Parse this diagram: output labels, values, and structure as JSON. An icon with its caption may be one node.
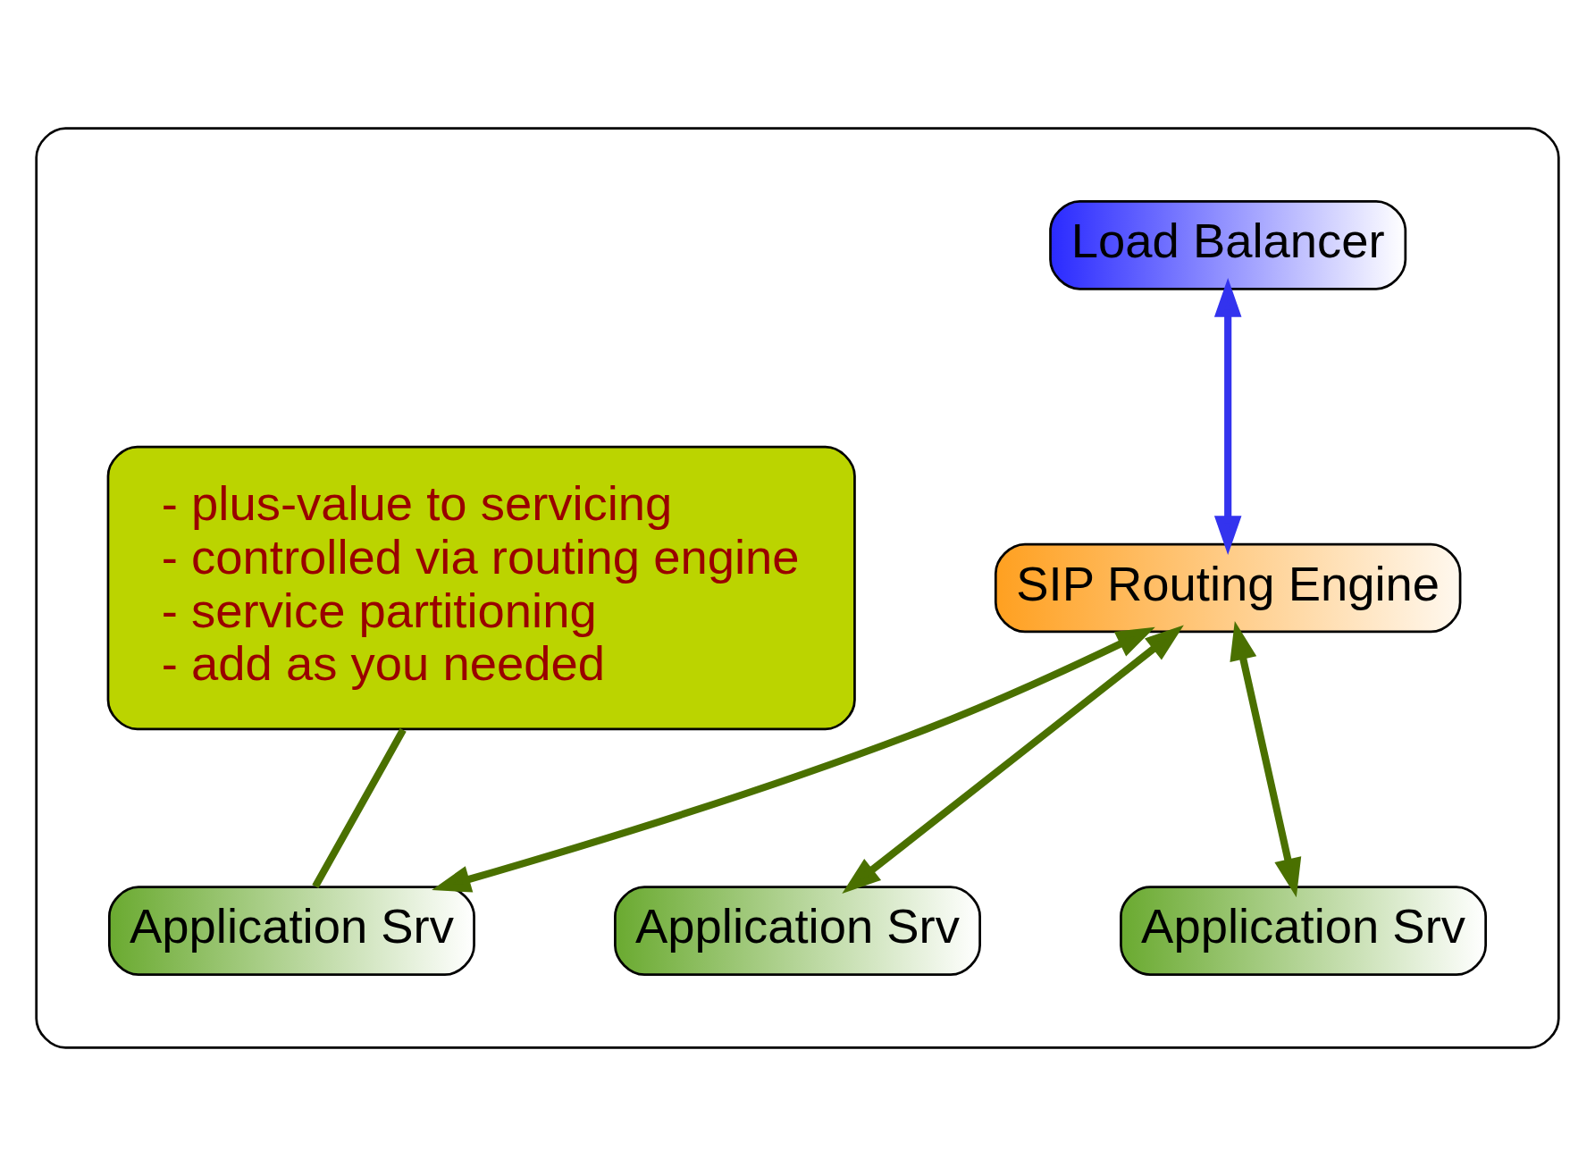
{
  "diagram": {
    "nodes": [
      {
        "text": [],
        "shape": "cloud"
      },
      {
        "text": [
          "Load Balancer"
        ],
        "in": 0
      },
      {
        "text": [
          "SIP Routing Engine"
        ],
        "in": 0
      },
      {
        "text": [
          "Application Srv"
        ],
        "in": 0
      },
      {
        "text": [
          "Application Srv"
        ],
        "in": 0
      },
      {
        "text": [
          "Application Srv"
        ],
        "in": 0
      },
      {
        "text": [
          "- plus-value to servicing",
          "- controlled via routing engine",
          "- service partitioning",
          "- add as you needed"
        ],
        "in": 0
      }
    ],
    "edges": [
      {
        "from": 1,
        "to": 2,
        "arrow": "both",
        "color": "#3333ee"
      },
      {
        "from": 2,
        "to": 3,
        "arrow": "both"
      },
      {
        "from": 2,
        "to": 4,
        "arrow": "both"
      },
      {
        "from": 2,
        "to": 5,
        "arrow": "both"
      },
      {
        "from": 6,
        "to": 4,
        "arrow": "none"
      }
    ]
  }
}
